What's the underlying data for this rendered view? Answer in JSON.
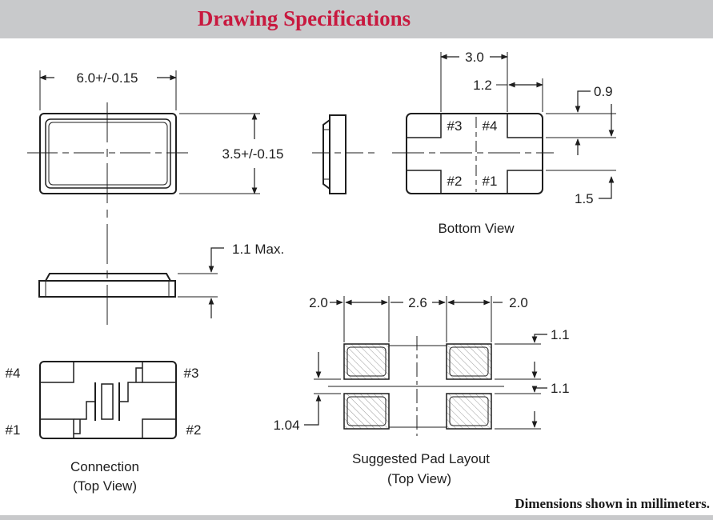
{
  "header": {
    "title": "Drawing Specifications",
    "accent_color": "#c8193f",
    "band_color": "#c8c9cb"
  },
  "footer": {
    "note": "Dimensions shown in millimeters."
  },
  "top_view": {
    "width_label": "6.0+/-0.15",
    "height_label": "3.5+/-0.15"
  },
  "side_view": {
    "height_label": "1.1 Max."
  },
  "bottom_view": {
    "caption": "Bottom View",
    "dim_pitch": "3.0",
    "dim_pad_width": "1.2",
    "dim_pad_height": "0.9",
    "dim_gap": "1.5",
    "pads": {
      "p3": "#3",
      "p4": "#4",
      "p2": "#2",
      "p1": "#1"
    }
  },
  "connection": {
    "caption_line1": "Connection",
    "caption_line2": "(Top View)",
    "pads": {
      "p4": "#4",
      "p3": "#3",
      "p1": "#1",
      "p2": "#2"
    }
  },
  "pad_layout": {
    "caption_line1": "Suggested Pad Layout",
    "caption_line2": "(Top View)",
    "dim_left": "2.0",
    "dim_mid": "2.6",
    "dim_right": "2.0",
    "dim_top_pad": "1.1",
    "dim_bottom_pad": "1.1",
    "dim_gap": "1.04"
  }
}
